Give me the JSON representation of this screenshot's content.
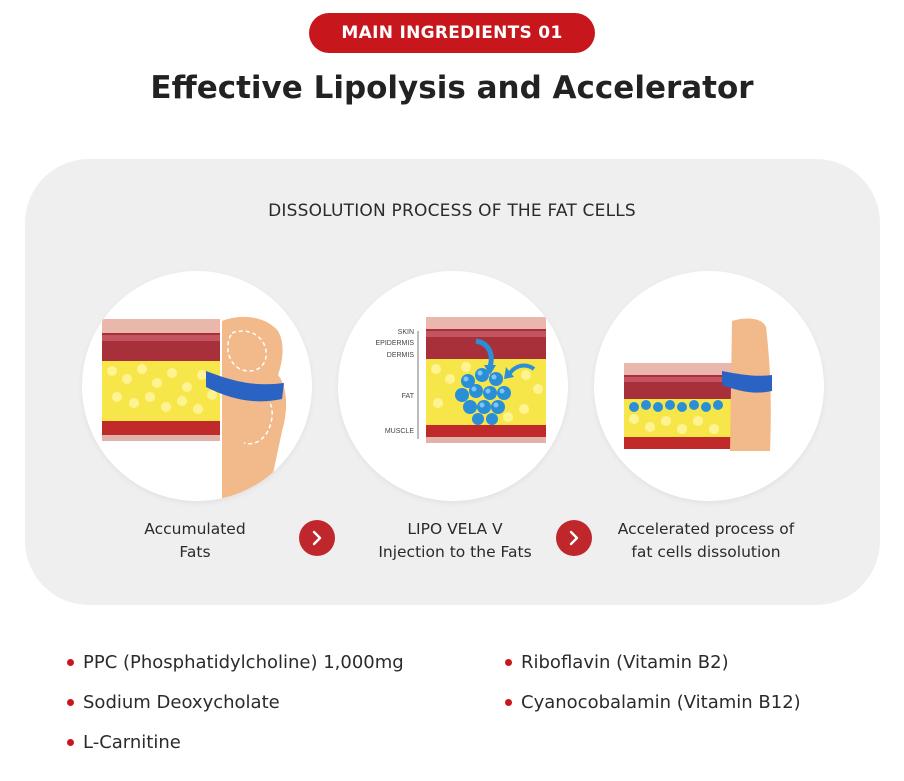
{
  "header": {
    "badge": "MAIN INGREDIENTS 01",
    "title": "Effective Lipolysis and Accelerator"
  },
  "process": {
    "title": "DISSOLUTION PROCESS OF THE FAT CELLS",
    "steps": [
      {
        "line1": "Accumulated",
        "line2": "Fats"
      },
      {
        "line1": "LIPO VELA V",
        "line2": "Injection to the Fats"
      },
      {
        "line1": "Accelerated process of",
        "line2": "fat cells dissolution"
      }
    ],
    "layer_labels": {
      "skin": "SKIN",
      "epidermis": "EPIDERMIS",
      "dermis": "DERMIS",
      "fat": "FAT",
      "muscle": "MUSCLE"
    },
    "arrow_icon": "chevron-right-icon"
  },
  "ingredients": {
    "left": [
      "PPC (Phosphatidylcholine) 1,000mg",
      "Sodium Deoxycholate",
      "L-Carnitine"
    ],
    "right": [
      "Riboflavin (Vitamin B2)",
      "Cyanocobalamin (Vitamin B12)"
    ]
  },
  "colors": {
    "brand_red": "#c8161d",
    "panel_bg": "#efeff0",
    "fat_yellow": "#f7e64a",
    "skin_pink": "#e8a8a0",
    "dermis_red": "#a8303a",
    "body_tan": "#f2b98a",
    "injection_blue": "#2a8fd6"
  }
}
